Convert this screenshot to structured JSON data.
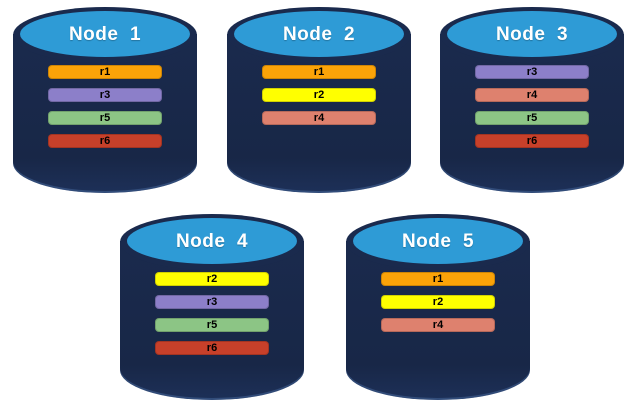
{
  "diagram": {
    "description": "Five database nodes with replica placement",
    "colors": {
      "cylinder_body": "#1a2a4d",
      "cylinder_top": "#2e9bd6",
      "label_text": "#ffffff",
      "bar_text": "#000000"
    },
    "replica_colors": {
      "r1": "#fba308",
      "r2": "#ffff00",
      "r3": "#8c7fc9",
      "r4": "#de816e",
      "r5": "#8cc585",
      "r6": "#c7402a"
    },
    "nodes": [
      {
        "label": "Node  1",
        "replicas": [
          "r1",
          "r3",
          "r5",
          "r6"
        ]
      },
      {
        "label": "Node  2",
        "replicas": [
          "r1",
          "r2",
          "r4"
        ]
      },
      {
        "label": "Node  3",
        "replicas": [
          "r3",
          "r4",
          "r5",
          "r6"
        ]
      },
      {
        "label": "Node  4",
        "replicas": [
          "r2",
          "r3",
          "r5",
          "r6"
        ]
      },
      {
        "label": "Node  5",
        "replicas": [
          "r1",
          "r2",
          "r4"
        ]
      }
    ]
  }
}
